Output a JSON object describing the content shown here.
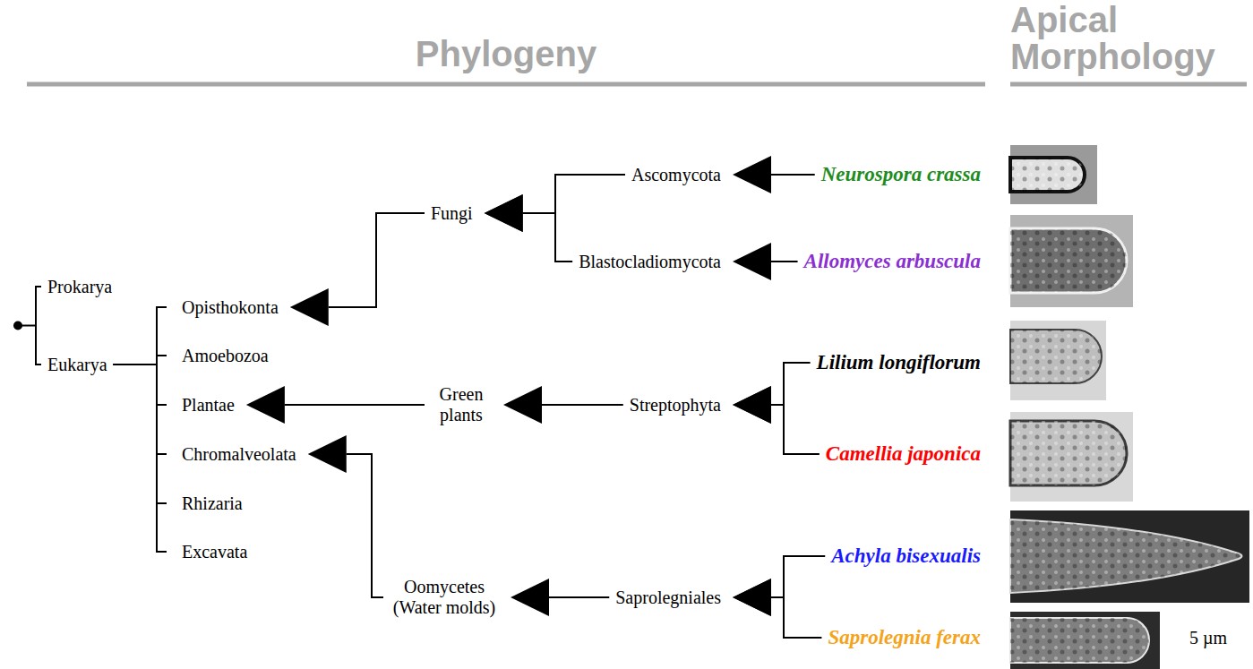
{
  "diagram": {
    "nodes": [
      {
        "text": [
          "Prokarya"
        ]
      },
      {
        "text": [
          "Eukarya"
        ]
      },
      {
        "text": [
          "Opisthokonta"
        ]
      },
      {
        "text": [
          "Amoebozoa"
        ]
      },
      {
        "text": [
          "Plantae"
        ]
      },
      {
        "text": [
          "Chromalveolata"
        ]
      },
      {
        "text": [
          "Rhizaria"
        ]
      },
      {
        "text": [
          "Excavata"
        ]
      },
      {
        "text": [
          "Fungi"
        ]
      },
      {
        "text": [
          "Green plants"
        ]
      },
      {
        "text": [
          "Oomycetes (Water molds)"
        ]
      },
      {
        "text": [
          "Ascomycota"
        ]
      },
      {
        "text": [
          "Blastocladiomycota"
        ]
      },
      {
        "text": [
          "Streptophyta"
        ]
      },
      {
        "text": [
          "Saprolegniales"
        ]
      },
      {
        "text": [
          "Neurospora crassa"
        ]
      },
      {
        "text": [
          "Allomyces arbuscula"
        ]
      },
      {
        "text": [
          "Lilium longiflorum"
        ]
      },
      {
        "text": [
          "Camellia japonica"
        ]
      },
      {
        "text": [
          "Achyla bisexualis"
        ]
      },
      {
        "text": [
          "Saprolegnia ferax"
        ]
      }
    ],
    "edges": [
      {
        "from": 0,
        "to": 1,
        "arrow": "none"
      },
      {
        "from": 1,
        "to": 2,
        "arrow": "none"
      },
      {
        "from": 1,
        "to": 3,
        "arrow": "none"
      },
      {
        "from": 1,
        "to": 4,
        "arrow": "none"
      },
      {
        "from": 1,
        "to": 5,
        "arrow": "none"
      },
      {
        "from": 1,
        "to": 6,
        "arrow": "none"
      },
      {
        "from": 1,
        "to": 7,
        "arrow": "none"
      },
      {
        "from": 8,
        "to": 2,
        "arrow": "to"
      },
      {
        "from": 11,
        "to": 8,
        "arrow": "to"
      },
      {
        "from": 12,
        "to": 8,
        "arrow": "to"
      },
      {
        "from": 15,
        "to": 11,
        "arrow": "to"
      },
      {
        "from": 16,
        "to": 12,
        "arrow": "to"
      },
      {
        "from": 9,
        "to": 4,
        "arrow": "to"
      },
      {
        "from": 13,
        "to": 9,
        "arrow": "to"
      },
      {
        "from": 17,
        "to": 13,
        "arrow": "to"
      },
      {
        "from": 18,
        "to": 13,
        "arrow": "to"
      },
      {
        "from": 10,
        "to": 5,
        "arrow": "to"
      },
      {
        "from": 14,
        "to": 10,
        "arrow": "to"
      },
      {
        "from": 19,
        "to": 14,
        "arrow": "to"
      },
      {
        "from": 20,
        "to": 14,
        "arrow": "to"
      }
    ],
    "labels": [
      "Phylogeny",
      "Apical Morphology",
      "5 µm"
    ]
  }
}
